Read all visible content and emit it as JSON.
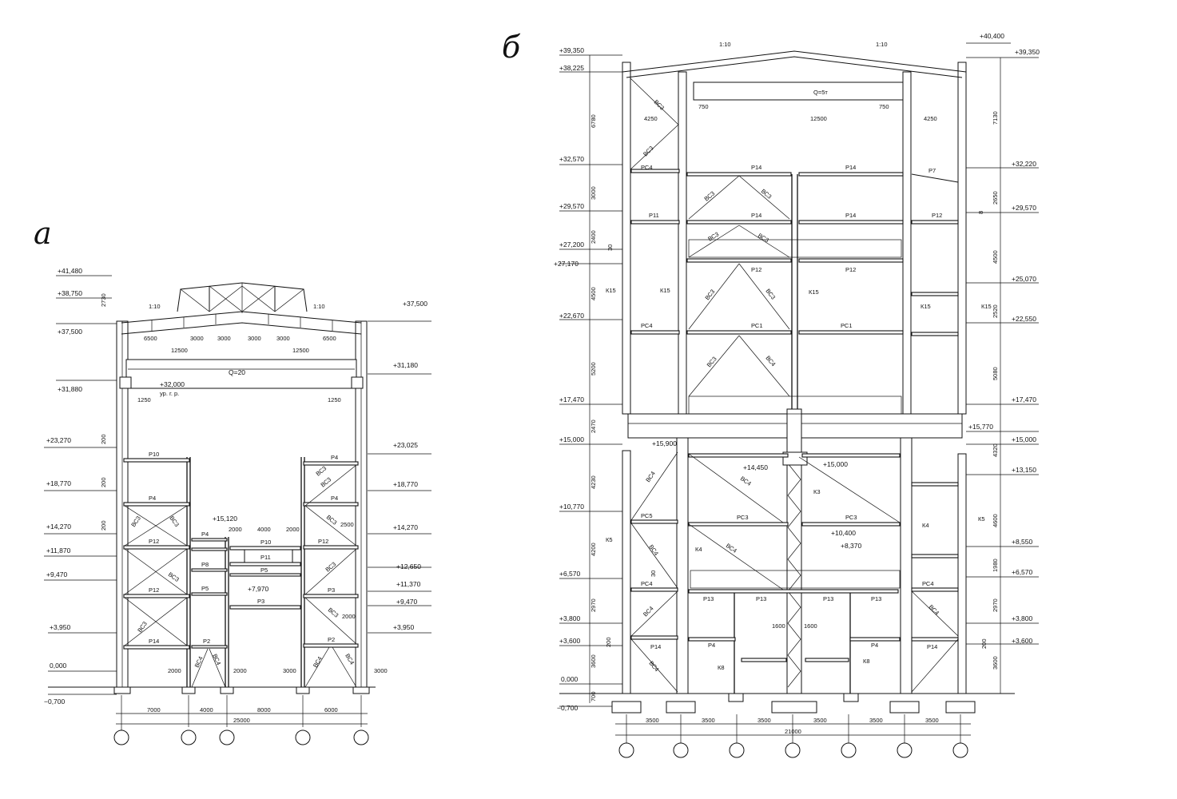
{
  "panel_a": {
    "letter": "а",
    "levels_left": [
      "+41,480",
      "+38,750",
      "+37,500",
      "+31,880",
      "+23,270",
      "+18,770",
      "+14,270",
      "+11,870",
      "+9,470",
      "+3,950",
      "0,000",
      "−0,700"
    ],
    "levels_right": [
      "+37,500",
      "+31,180",
      "+23,025",
      "+18,770",
      "+14,270",
      "+12,650",
      "+11,370",
      "+9,470",
      "+3,950"
    ],
    "inner_levels": [
      "+32,000",
      "ур. г. р.",
      "+15,120",
      "+7,970"
    ],
    "roof_dims": [
      "6500",
      "3000",
      "3000",
      "3000",
      "3000",
      "6500"
    ],
    "span_dims": [
      "12500",
      "12500"
    ],
    "crane": "Q=20",
    "offsets": [
      "1250",
      "1250"
    ],
    "slope": [
      "1:10",
      "1:10"
    ],
    "vert_dims": [
      "2730",
      "200",
      "200",
      "200"
    ],
    "beams": [
      "Р10",
      "Р4",
      "Р4",
      "Р4",
      "Р12",
      "Р4",
      "Р8",
      "Р5",
      "Р10",
      "Р11",
      "Р5",
      "Р12",
      "Р3",
      "Р3",
      "Р12",
      "Р14",
      "Р2",
      "Р2"
    ],
    "braces": [
      "ВС3",
      "ВС3",
      "ВС3",
      "ВС3",
      "ВС3",
      "ВС3",
      "ВС3",
      "ВС3",
      "ВС4",
      "ВС4",
      "ВС4",
      "ВС4",
      "ВС3"
    ],
    "small_dims": [
      "2000",
      "4000",
      "2000",
      "2500",
      "2000",
      "2000",
      "2000",
      "3000",
      "3000"
    ],
    "axis_dims": [
      "7000",
      "4000",
      "8000",
      "6000"
    ],
    "total": "25000"
  },
  "panel_b": {
    "letter": "б",
    "levels_left": [
      "+39,350",
      "+38,225",
      "+32,570",
      "+29,570",
      "+27,200",
      "+27,170",
      "+22,670",
      "+17,470",
      "+15,000",
      "+10,770",
      "+6,570",
      "+3,800",
      "+3,600",
      "0,000",
      "−0,700"
    ],
    "levels_right": [
      "+40,400",
      "+39,350",
      "+32,220",
      "+29,570",
      "+25,070",
      "+22,550",
      "+17,470",
      "+15,770",
      "+15,000",
      "+13,150",
      "+8,550",
      "+6,570",
      "+3,800",
      "+3,600"
    ],
    "inner_levels": [
      "+15,900",
      "+14,450",
      "+15,000",
      "+10,400",
      "+8,370"
    ],
    "slope": [
      "1:10",
      "1:10"
    ],
    "crane": "Q=5т",
    "top_dims": [
      "750",
      "750",
      "4250",
      "12500",
      "4250"
    ],
    "left_vdims": [
      "6780",
      "3000",
      "2400",
      "30",
      "4500",
      "5200",
      "2470",
      "4230",
      "4200",
      "30",
      "2970",
      "200",
      "3600",
      "700"
    ],
    "right_vdims": [
      "7130",
      "2650",
      "4500",
      "2520",
      "5080",
      "4320",
      "4600",
      "1980",
      "2970",
      "200",
      "3600",
      "8"
    ],
    "beams": [
      "РС4",
      "Р14",
      "Р14",
      "Р7",
      "Р11",
      "Р14",
      "Р14",
      "Р12",
      "Р12",
      "Р12",
      "РС4",
      "РС1",
      "РС1",
      "РС5",
      "РС3",
      "РС3",
      "РС4",
      "Р13",
      "Р13",
      "Р13",
      "Р13",
      "РС4",
      "Р14",
      "Р4",
      "Р4",
      "Р14"
    ],
    "columns": [
      "К15",
      "К15",
      "К15",
      "К15",
      "К15",
      "К5",
      "К4",
      "К3",
      "К4",
      "К5",
      "К8",
      "К8"
    ],
    "braces": [
      "ВС3",
      "ВС3",
      "ВС3",
      "ВС3",
      "ВС3",
      "ВС3",
      "ВС3",
      "ВС3",
      "ВС3",
      "ВС4",
      "ВС4",
      "ВС4",
      "ВС4",
      "ВС4",
      "ВС4",
      "ВС4",
      "ВС4"
    ],
    "small_dims": [
      "1600",
      "1600"
    ],
    "axis_dims": [
      "3500",
      "3500",
      "3500",
      "3500",
      "3500",
      "3500"
    ],
    "total": "21000"
  }
}
